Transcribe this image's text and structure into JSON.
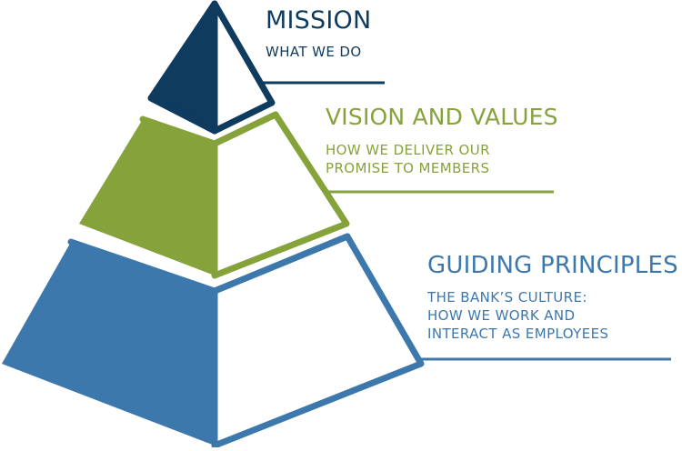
{
  "colors": {
    "mission": "#0e3b5e",
    "vision": "#86a33b",
    "guiding": "#3d78ad",
    "background": "#ffffff"
  },
  "tiers": {
    "mission": {
      "title": "MISSION",
      "subtitle_lines": [
        "WHAT WE DO"
      ]
    },
    "vision": {
      "title": "VISION AND VALUES",
      "subtitle_lines": [
        "HOW WE DELIVER OUR",
        "PROMISE TO MEMBERS"
      ]
    },
    "guiding": {
      "title": "GUIDING PRINCIPLES",
      "subtitle_lines": [
        "THE BANK’S CULTURE:",
        "HOW WE WORK AND",
        "INTERACT AS EMPLOYEES"
      ]
    }
  }
}
